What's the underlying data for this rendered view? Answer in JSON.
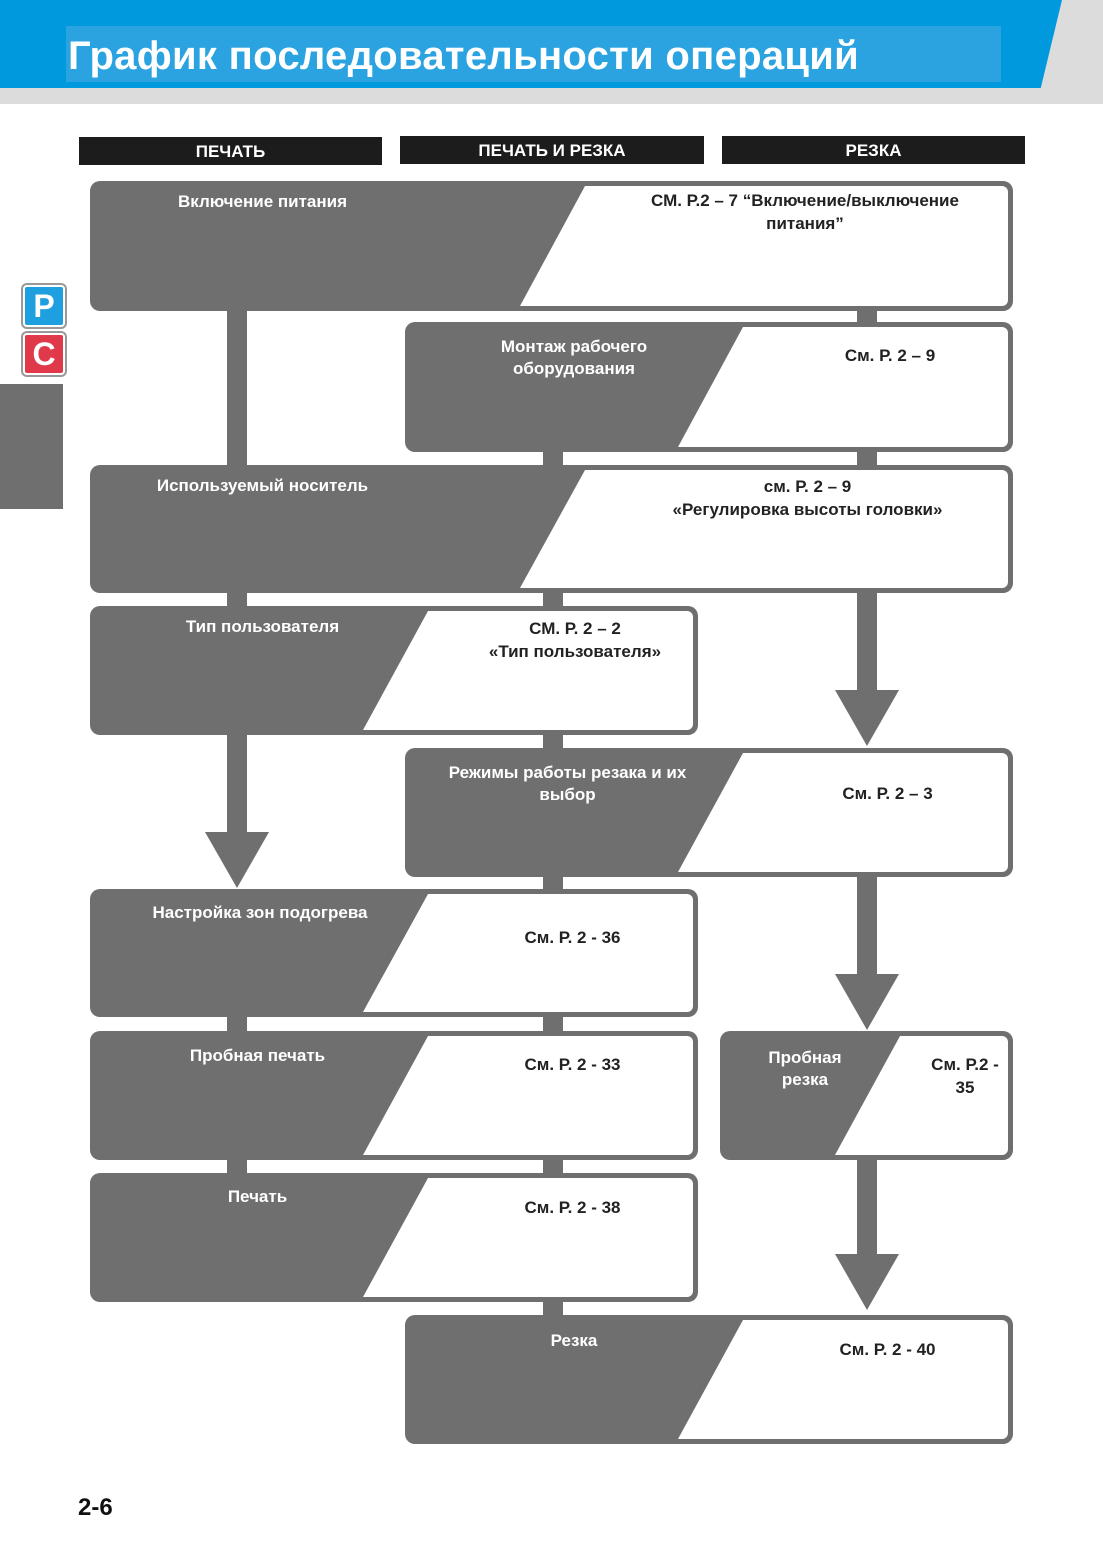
{
  "header": {
    "title": "График последовательности операций"
  },
  "columns": {
    "print": "ПЕЧАТЬ",
    "print_cut": "ПЕЧАТЬ И РЕЗКА",
    "cut": "РЕЗКА"
  },
  "side_tabs": {
    "p": "P",
    "c": "C"
  },
  "steps": {
    "power_on": {
      "label": "Включение питания",
      "ref": "СМ. Р.2 – 7 “Включение/выключение питания”"
    },
    "mount": {
      "label": "Монтаж рабочего оборудования",
      "ref": "См. Р. 2 – 9"
    },
    "media": {
      "label": "Используемый носитель",
      "ref": "см. Р. 2 – 9\n«Регулировка высоты головки»"
    },
    "user_type": {
      "label": "Тип пользователя",
      "ref": "СМ. Р. 2 – 2\n«Тип пользователя»"
    },
    "cutter_modes": {
      "label": "Режимы работы резака и их выбор",
      "ref": "См. Р. 2 – 3"
    },
    "heater": {
      "label": "Настройка зон подогрева",
      "ref": "См. Р. 2 - 36"
    },
    "test_print": {
      "label": "Пробная печать",
      "ref": "См. Р. 2 - 33"
    },
    "test_cut": {
      "label": "Пробная резка",
      "ref": "См. Р.2 - 35"
    },
    "print": {
      "label": "Печать",
      "ref": "См. Р. 2 - 38"
    },
    "cut": {
      "label": "Резка",
      "ref": "См. Р. 2 - 40"
    }
  },
  "footer": {
    "page_number": "2-6"
  },
  "colors": {
    "brand_blue": "#0099dd",
    "flow_gray": "#6f6f6f",
    "tab_p": "#1e9fe0",
    "tab_c": "#e03a4a"
  }
}
